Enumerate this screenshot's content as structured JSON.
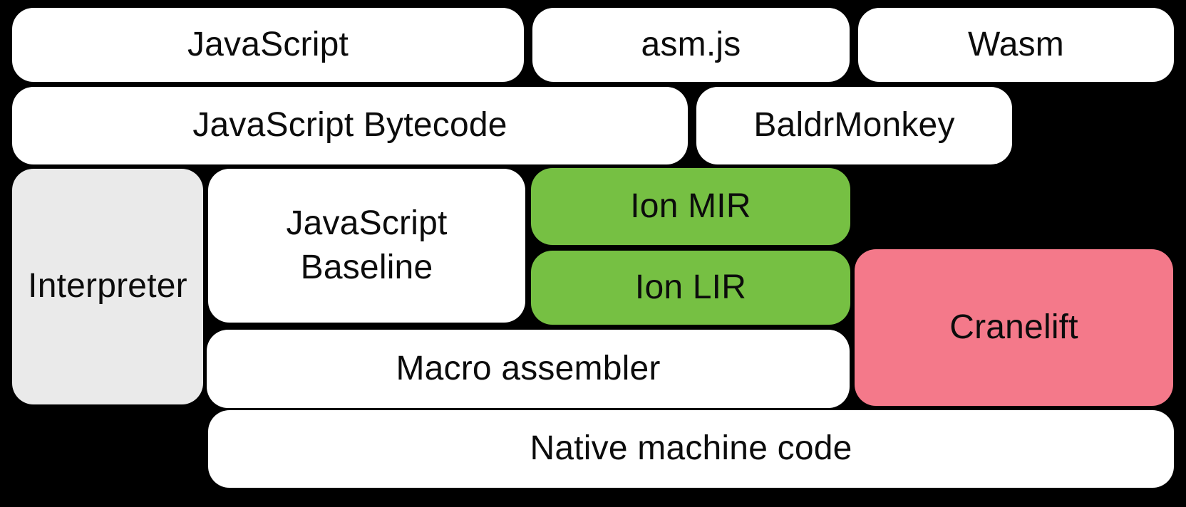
{
  "canvas": {
    "background": "#000000"
  },
  "palette": {
    "white": "#ffffff",
    "gray": "#eaeaea",
    "green": "#76c043",
    "pink": "#f4798a",
    "text": "#0c0c0c"
  },
  "nodes": {
    "javascript": {
      "label": "JavaScript"
    },
    "asmjs": {
      "label": "asm.js"
    },
    "wasm": {
      "label": "Wasm"
    },
    "bytecode": {
      "label": "JavaScript Bytecode"
    },
    "baldrmonkey": {
      "label": "BaldrMonkey"
    },
    "interpreter": {
      "label": "Interpreter"
    },
    "baseline": {
      "label": "JavaScript\nBaseline"
    },
    "ion_mir": {
      "label": "Ion MIR"
    },
    "ion_lir": {
      "label": "Ion LIR"
    },
    "cranelift": {
      "label": "Cranelift"
    },
    "macro_assembler": {
      "label": "Macro assembler"
    },
    "native_code": {
      "label": "Native machine code"
    }
  }
}
